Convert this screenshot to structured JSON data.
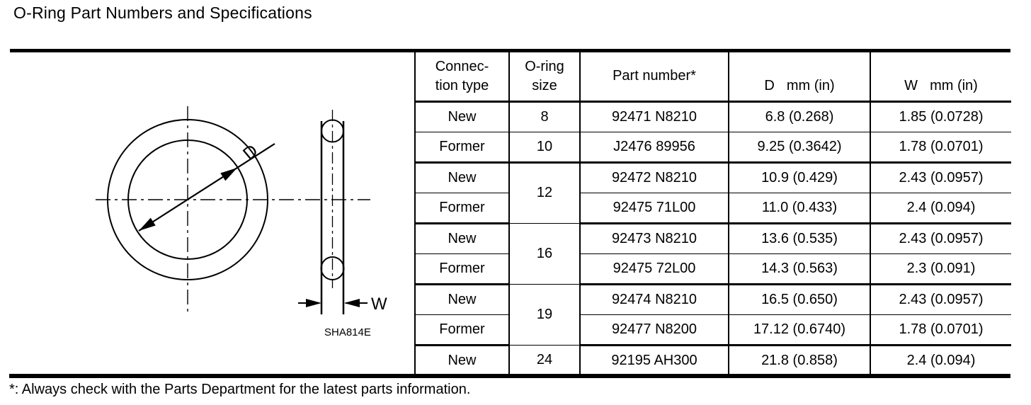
{
  "page": {
    "title": "O-Ring Part Numbers and Specifications",
    "footnote": "*: Always check with the Parts Department for the latest parts information."
  },
  "colors": {
    "ink": "#000000",
    "paper": "#ffffff"
  },
  "diagram": {
    "figure_code": "SHA814E",
    "labels": {
      "inner_diameter": "D",
      "cross_section_width": "W"
    }
  },
  "table": {
    "columns": [
      {
        "label": "Connec-\ntion type"
      },
      {
        "label": "O-ring\nsize"
      },
      {
        "label": "Part number*"
      },
      {
        "sym": "D",
        "unit": "mm (in)"
      },
      {
        "sym": "W",
        "unit": "mm (in)"
      }
    ],
    "rows": [
      {
        "connection": "New",
        "size": "8",
        "part": "92471 N8210",
        "d": "6.8 (0.268)",
        "w": "1.85 (0.0728)"
      },
      {
        "connection": "Former",
        "size": "10",
        "part": "J2476 89956",
        "d": "9.25 (0.3642)",
        "w": "1.78 (0.0701)"
      },
      {
        "connection": "New",
        "size": "12",
        "part": "92472 N8210",
        "d": "10.9 (0.429)",
        "w": "2.43 (0.0957)"
      },
      {
        "connection": "Former",
        "part": "92475 71L00",
        "d": "11.0 (0.433)",
        "w": "2.4 (0.094)"
      },
      {
        "connection": "New",
        "size": "16",
        "part": "92473 N8210",
        "d": "13.6 (0.535)",
        "w": "2.43 (0.0957)"
      },
      {
        "connection": "Former",
        "part": "92475 72L00",
        "d": "14.3 (0.563)",
        "w": "2.3 (0.091)"
      },
      {
        "connection": "New",
        "size": "19",
        "part": "92474 N8210",
        "d": "16.5 (0.650)",
        "w": "2.43 (0.0957)"
      },
      {
        "connection": "Former",
        "part": "92477 N8200",
        "d": "17.12 (0.6740)",
        "w": "1.78 (0.0701)"
      },
      {
        "connection": "New",
        "size": "24",
        "part": "92195 AH300",
        "d": "21.8 (0.858)",
        "w": "2.4 (0.094)"
      }
    ]
  }
}
